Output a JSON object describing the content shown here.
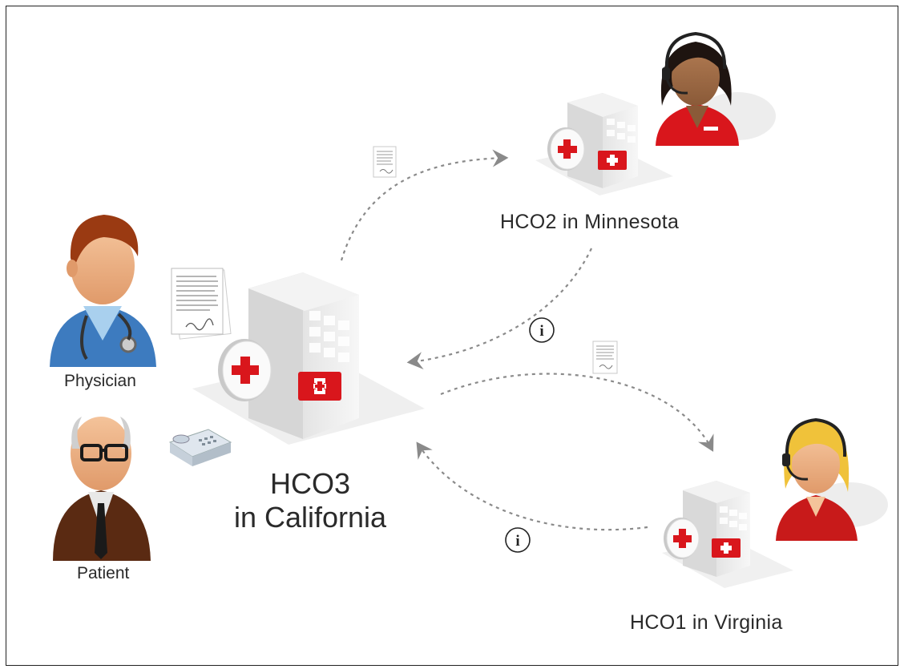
{
  "labels": {
    "physician": "Physician",
    "patient": "Patient",
    "hco3_line1": "HCO3",
    "hco3_line2": "in California",
    "hco2": "HCO2 in Minnesota",
    "hco1": "HCO1 in Virginia"
  },
  "info_marker": "i",
  "colors": {
    "red": "#d9161c",
    "arrow": "#8a8a8a",
    "building": "#eeeeee",
    "physician_coat": "#3d7bbf",
    "hair_brown": "#9a3a12",
    "patient_suit": "#5a2a12",
    "agent_red": "#d9161c",
    "agent_blonde": "#f0c23a"
  }
}
